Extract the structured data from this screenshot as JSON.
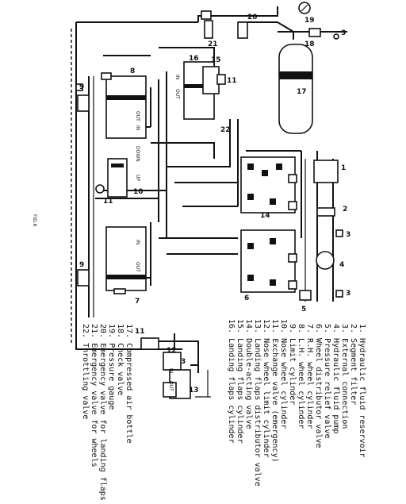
{
  "figure": {
    "label": "FIG.6"
  },
  "legend": [
    {
      "text": "1. Hydraulic fluid reservoir"
    },
    {
      "text": "2. Segment filter"
    },
    {
      "text": "3. External connection"
    },
    {
      "text": "4. Hydraulic fluid pump"
    },
    {
      "text": "5. Pressure relief valve"
    },
    {
      "text": "6. Wheel distributor valve"
    },
    {
      "text": "7. R.H. wheel cylinder"
    },
    {
      "text": "8. L.H. wheel cylinder"
    },
    {
      "text": "9. Limit cylinder"
    },
    {
      "text": "10. Nose wheel cylinder"
    },
    {
      "text": "11. Exchange valve (emergency)"
    },
    {
      "text": "12. Nose wheel limit cylinder"
    },
    {
      "text": "13. Landing flaps distributor valve"
    },
    {
      "text": "14. Double-acting valve"
    },
    {
      "text": "15. Landing flaps cylinder"
    },
    {
      "text": "16. Landing flaps cylinder"
    },
    {
      "text": "17. Compressed air bottle"
    },
    {
      "text": "18. Check valve"
    },
    {
      "text": "19. Pressure gauge"
    },
    {
      "text": "20. Emergency valve for landing flaps"
    },
    {
      "text": "21. Emergency valve for wheels"
    },
    {
      "text": "22. Throttling valve"
    }
  ],
  "callouts": {
    "n1": "1",
    "n2": "2",
    "n3a": "3",
    "n3b": "3",
    "n3c": "3",
    "n3d": "3",
    "n4": "4",
    "n5": "5",
    "n6": "6",
    "n7": "7",
    "n8": "8",
    "n9a": "9",
    "n9b": "9",
    "n10": "10",
    "n11a": "11",
    "n11b": "11",
    "n11c": "11",
    "n12": "12",
    "n13": "13",
    "n14": "14",
    "n15": "15",
    "n16": "16",
    "n17": "17",
    "n18": "18",
    "n19": "19",
    "n20": "20",
    "n21": "21",
    "n22": "22"
  },
  "port_labels": {
    "out_upper": "OUT",
    "in_upper": "IN",
    "down": "DOWN",
    "up": "UP",
    "in_lower": "IN",
    "out_lower": "OUT",
    "flaps_in": "IN",
    "flaps_out": "OUT",
    "nose_in": "IN",
    "nose_out": "OUT"
  }
}
